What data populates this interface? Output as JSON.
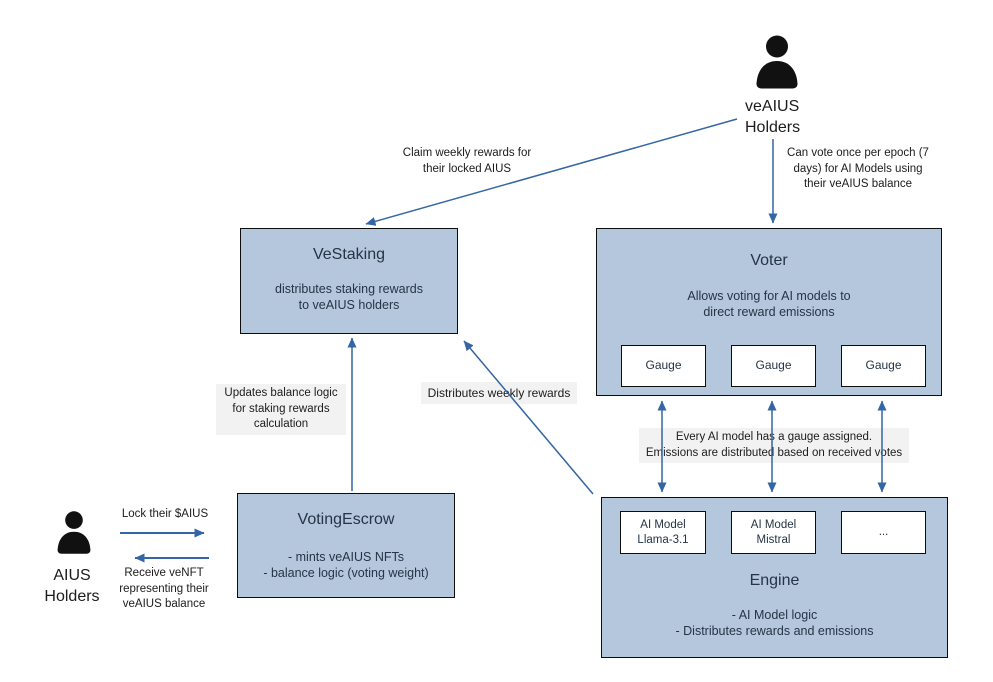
{
  "actors": {
    "veaius": "veAIUS\nHolders",
    "aius": "AIUS\nHolders"
  },
  "boxes": {
    "vestaking": {
      "title": "VeStaking",
      "body": "distributes staking rewards\nto veAIUS holders"
    },
    "voter": {
      "title": "Voter",
      "body": "Allows voting for AI models to\ndirect reward emissions",
      "gauges": [
        "Gauge",
        "Gauge",
        "Gauge"
      ]
    },
    "votingescrow": {
      "title": "VotingEscrow",
      "body": "- mints veAIUS NFTs\n- balance logic (voting weight)"
    },
    "engine": {
      "title": "Engine",
      "body": "- AI Model logic\n- Distributes rewards and emissions",
      "models": [
        "AI Model\nLlama-3.1",
        "AI Model\nMistral",
        "..."
      ]
    }
  },
  "labels": {
    "claim": "Claim weekly rewards for\ntheir locked AIUS",
    "vote": "Can vote once per epoch (7\ndays) for AI Models using\ntheir veAIUS balance",
    "updates": "Updates balance logic\nfor staking rewards\ncalculation",
    "distributes": "Distributes weekly rewards",
    "gauge_note": "Every AI model has a gauge assigned.\nEmissions are distributed based on received votes",
    "lock": "Lock their $AIUS",
    "receive": "Receive veNFT\nrepresenting their\nveAIUS balance"
  },
  "colors": {
    "box_fill": "#b4c7dd",
    "box_border": "#0d0d0d",
    "arrow": "#3465a4",
    "label_bg": "#f2f2f2",
    "icon": "#111111",
    "text": "#263445"
  }
}
